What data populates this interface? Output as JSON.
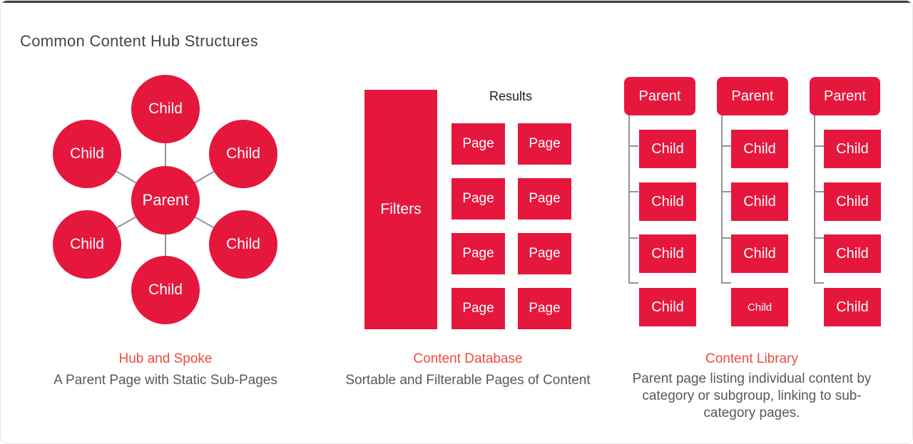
{
  "page": {
    "title": "Common Content Hub Structures"
  },
  "colors": {
    "shape_red": "#e6173d",
    "caption_red": "#ef4a40",
    "connector_gray": "#949494",
    "title_dark": "#40454e",
    "subtitle_gray": "#58595b",
    "results_dark": "#1d1d1d",
    "border_gray": "#e8e8e8",
    "top_strip_dark": "#3d414c"
  },
  "sections": [
    {
      "id": "hub-and-spoke",
      "caption": "Hub and Spoke",
      "subtitle": "A Parent Page with Static Sub-Pages",
      "hub": {
        "parent_label": "Parent",
        "child_label": "Child",
        "child_count": 6
      }
    },
    {
      "id": "content-database",
      "caption": "Content Database",
      "subtitle": "Sortable and Filterable Pages of Content",
      "filters_label": "Filters",
      "results_label": "Results",
      "page_label": "Page",
      "grid": {
        "rows": 4,
        "cols": 2
      }
    },
    {
      "id": "content-library",
      "caption": "Content Library",
      "subtitle": "Parent page listing individual content by category or subgroup, linking to sub-category pages.",
      "parent_label": "Parent",
      "child_label": "Child",
      "columns": 3,
      "children_per_column": 4
    }
  ]
}
